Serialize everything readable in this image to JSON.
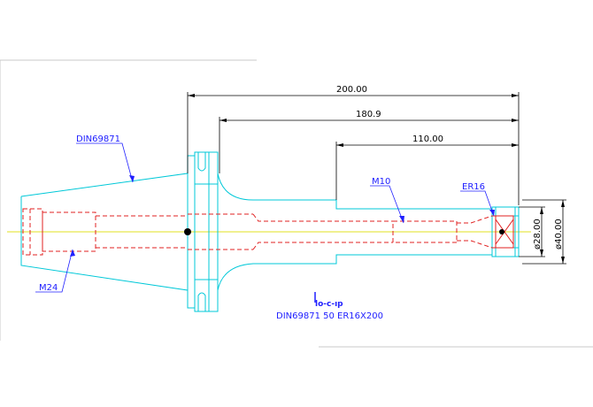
{
  "dimensions": {
    "overall_length": "200.00",
    "shank_length": "180.9",
    "nut_length": "110.00",
    "diameter_inner": "ø28.00",
    "diameter_outer": "ø40.00"
  },
  "callouts": {
    "taper": "DIN69871",
    "drawbar_thread": "M24",
    "screw_thread": "M10",
    "collet": "ER16"
  },
  "title_block": {
    "logo": "lo-c-ıp",
    "designation": "DIN69871 50 ER16X200"
  },
  "colors": {
    "outline": "#00c8d8",
    "hidden": "#e02020",
    "centerline": "#e0e020",
    "dimension": "#000000",
    "callout": "#2020ff",
    "border": "#c8c8c8"
  }
}
